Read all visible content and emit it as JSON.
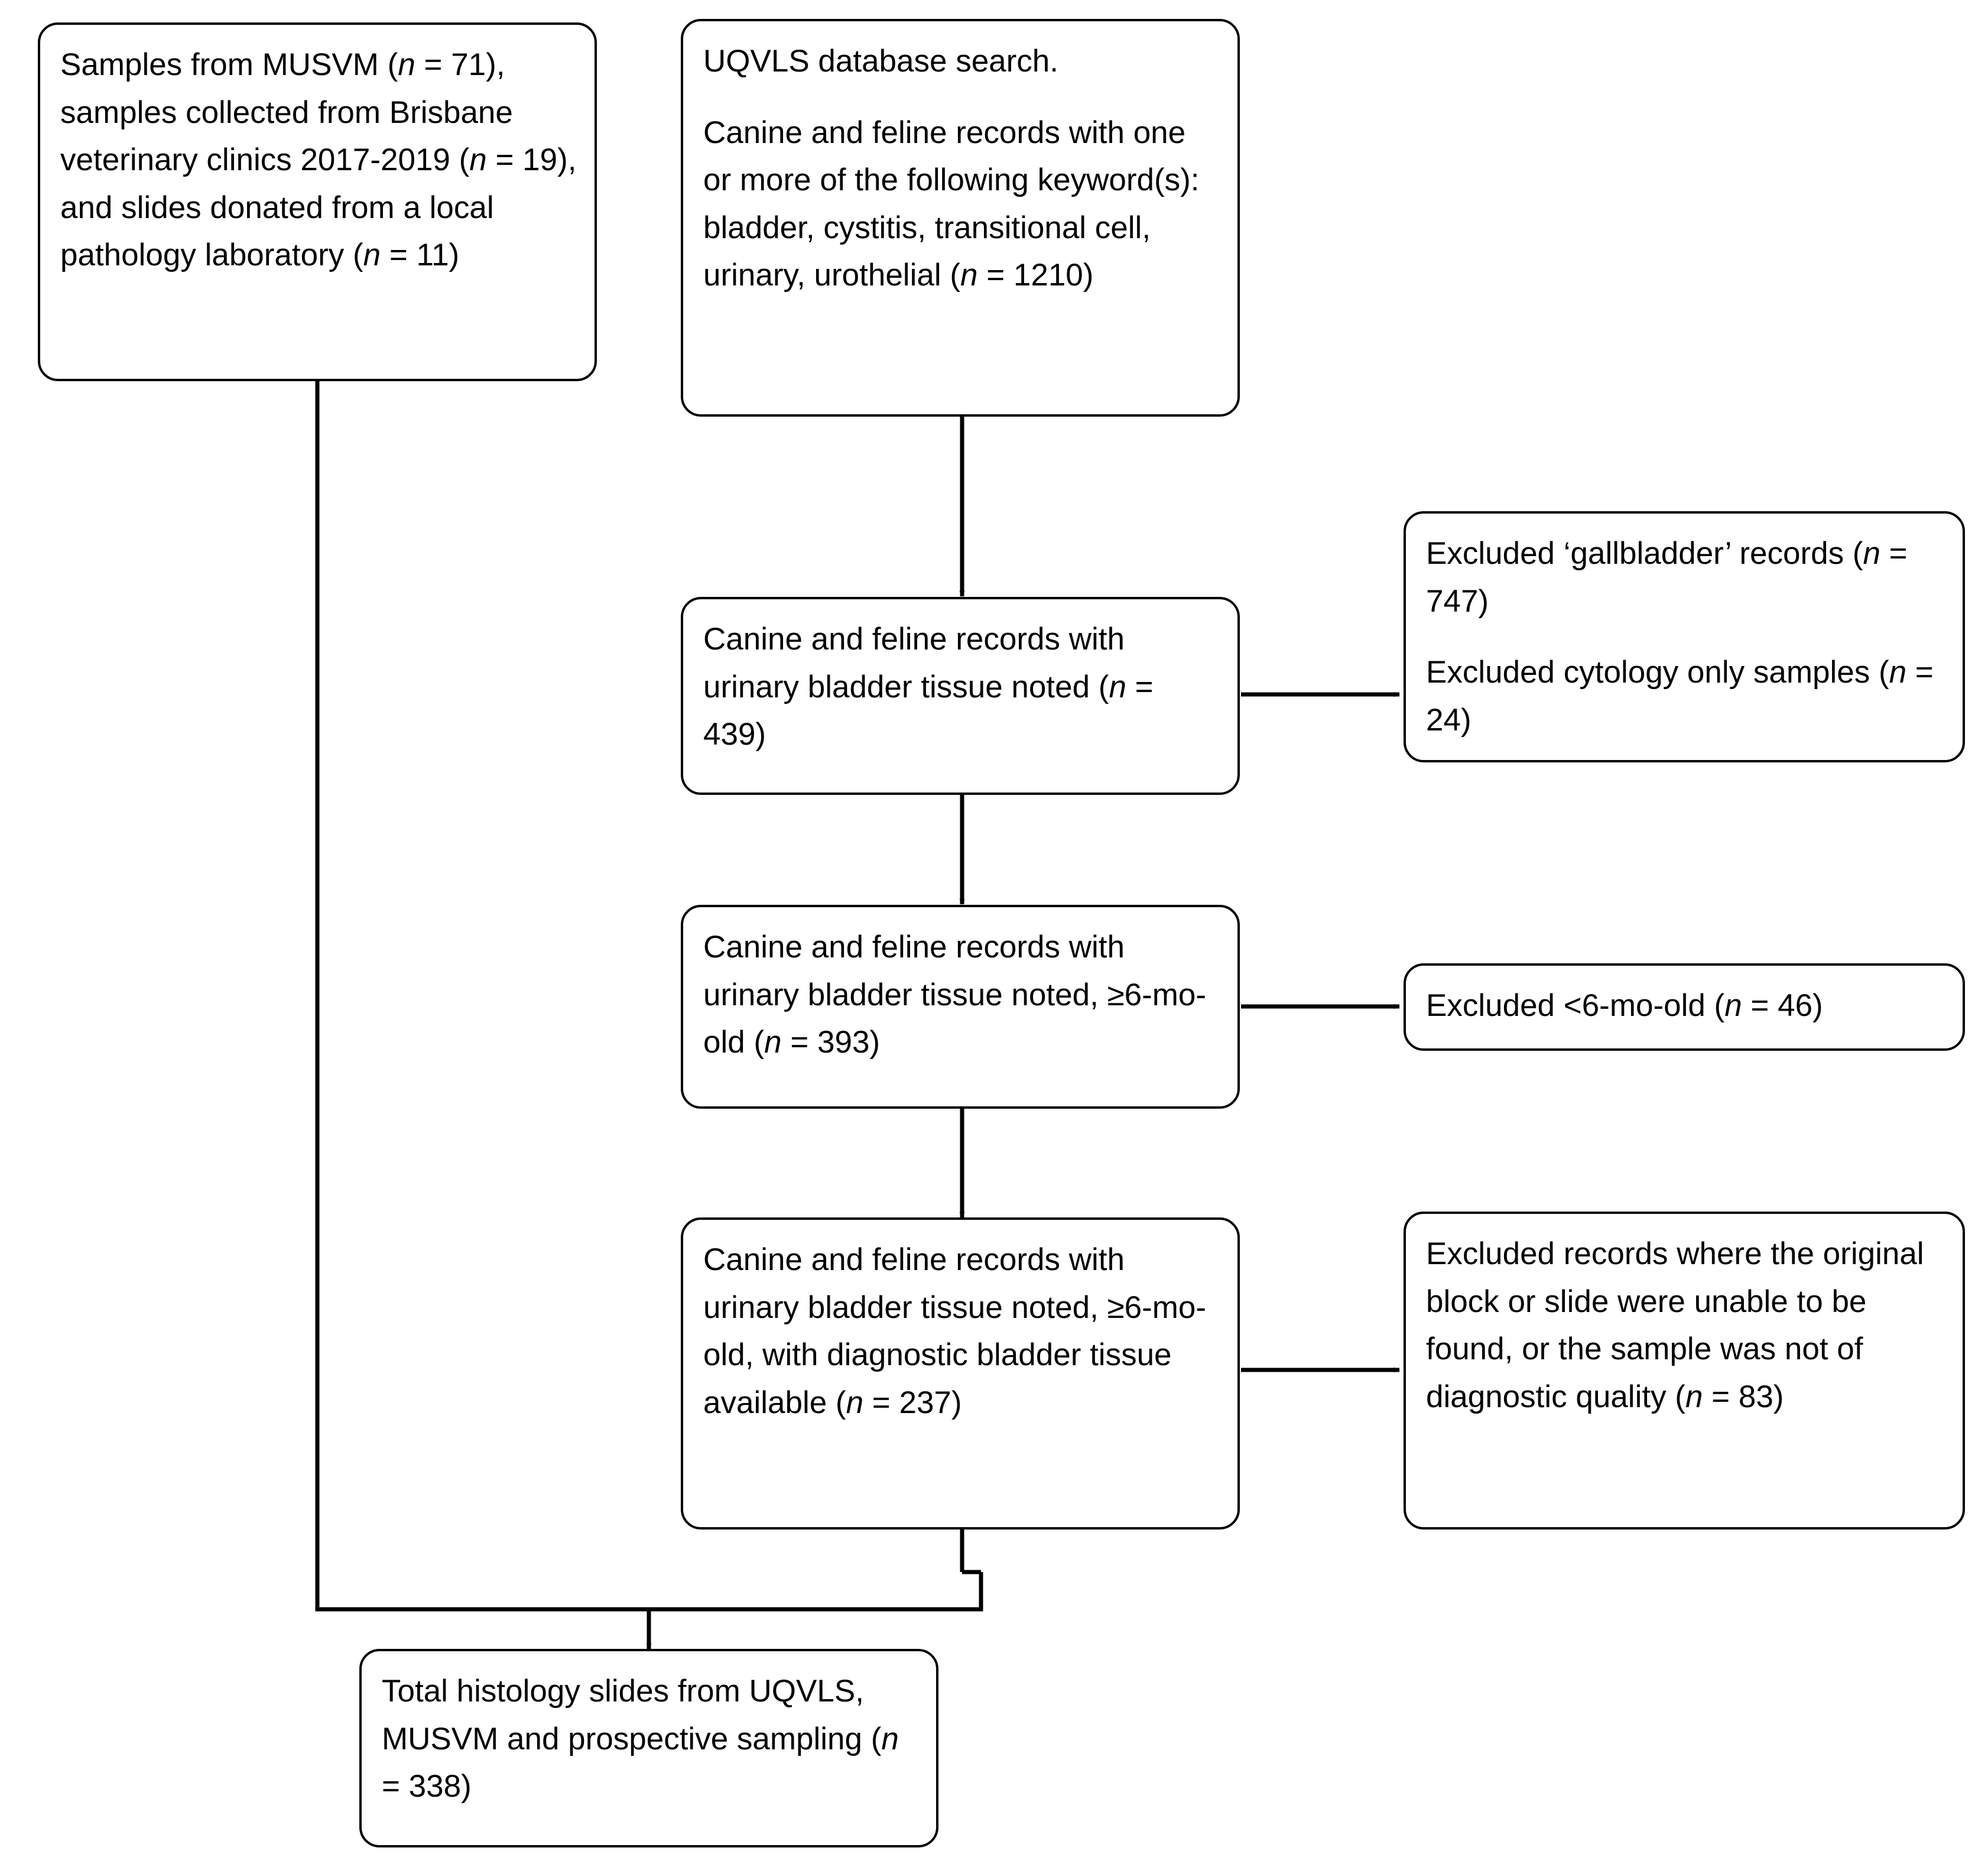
{
  "diagram": {
    "type": "prisma-style-flowchart",
    "title_visible": false,
    "accent_color": "#000000",
    "background_color": "#ffffff",
    "boxes": {
      "sources": {
        "name": "samples-sources-box",
        "paragraphs": [
          "Samples from MUSVM (n = 71), samples collected from Brisbane veterinary clinics 2017-2019 (n = 19), and slides donated from a local pathology laboratory (n = 11)"
        ],
        "counts": {
          "musvm": 71,
          "brisbane_clinics": 19,
          "donated_slides": 11
        }
      },
      "database_search": {
        "name": "uqvls-database-search-box",
        "paragraphs": [
          "UQVLS database search.",
          "Canine and feline records with one or more of the following keyword(s): bladder, cystitis, transitional cell, urinary, urothelial (n = 1210)"
        ],
        "keywords": [
          "bladder",
          "cystitis",
          "transitional cell",
          "urinary",
          "urothelial"
        ],
        "counts": {
          "records": 1210
        }
      },
      "bladder_tissue": {
        "name": "bladder-tissue-noted-box",
        "paragraphs": [
          "Canine and feline records with urinary bladder tissue noted (n = 439)"
        ],
        "counts": {
          "records": 439
        }
      },
      "age_filtered": {
        "name": "bladder-tissue-age-filtered-box",
        "paragraphs": [
          "Canine and feline records with urinary bladder tissue noted, ≥6-mo-old (n = 393)"
        ],
        "counts": {
          "records": 393
        }
      },
      "diagnostic_available": {
        "name": "diagnostic-tissue-available-box",
        "paragraphs": [
          "Canine and feline records with urinary bladder tissue noted, ≥6-mo-old, with diagnostic bladder tissue available (n = 237)"
        ],
        "counts": {
          "records": 237
        }
      },
      "total": {
        "name": "total-histology-slides-box",
        "paragraphs": [
          "Total histology slides from UQVLS, MUSVM and prospective sampling (n = 338)"
        ],
        "counts": {
          "slides": 338
        }
      },
      "excluded_1": {
        "name": "excluded-gallbladder-cytology-box",
        "paragraphs": [
          "Excluded ‘gallbladder’ records (n = 747)",
          "Excluded cytology only samples (n = 24)"
        ],
        "counts": {
          "gallbladder": 747,
          "cytology_only": 24
        }
      },
      "excluded_2": {
        "name": "excluded-under-6-mo-box",
        "paragraphs": [
          "Excluded <6-mo-old (n = 46)"
        ],
        "counts": {
          "under_6_mo": 46
        }
      },
      "excluded_3": {
        "name": "excluded-block-slide-unavailable-box",
        "paragraphs": [
          "Excluded records where the original block or slide were unable to be found, or the sample was not of diagnostic quality (n = 83)"
        ],
        "counts": {
          "not_found_or_non_diagnostic": 83
        }
      }
    }
  }
}
